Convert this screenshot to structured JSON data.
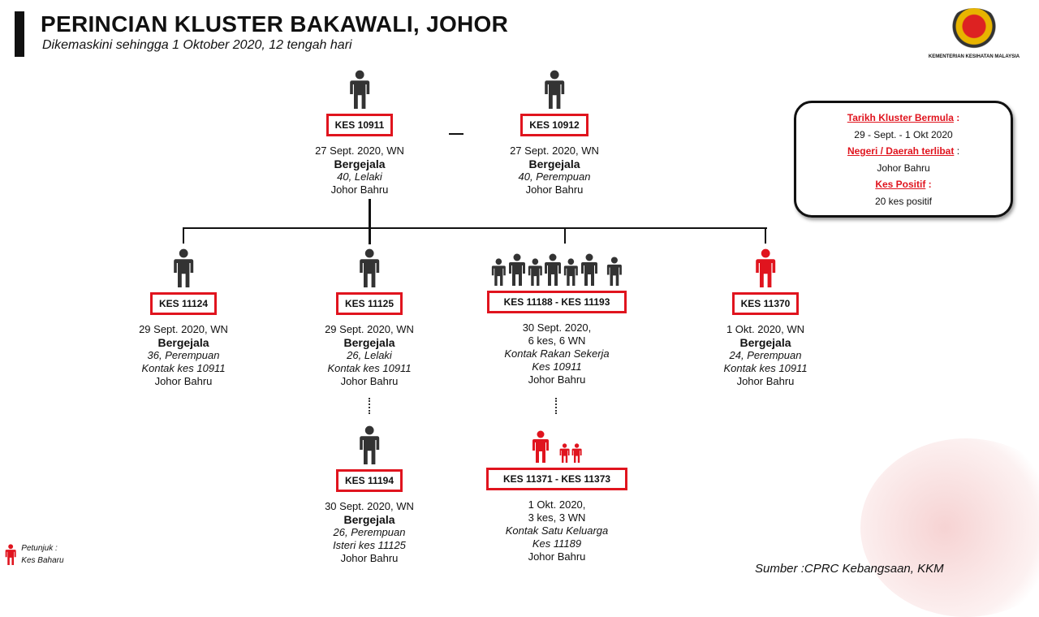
{
  "header": {
    "title": "PERINCIAN KLUSTER BAKAWALI, JOHOR",
    "subtitle": "Dikemaskini sehingga 1 Oktober 2020, 12 tengah hari"
  },
  "logo": {
    "text": "KEMENTERIAN KESIHATAN MALAYSIA"
  },
  "colors": {
    "accent": "#e0141e",
    "new_case": "#e0141e",
    "existing_case": "#333333"
  },
  "nodes": [
    {
      "id": "n10911",
      "kes": "KES 10911",
      "lines": [
        "27 Sept. 2020, WN",
        "Bergejala",
        "40, Lelaki",
        "Johor Bahru"
      ],
      "icon": "person-icon",
      "new": false,
      "count": 1
    },
    {
      "id": "n10912",
      "kes": "KES 10912",
      "lines": [
        "27 Sept. 2020, WN",
        "Bergejala",
        "40, Perempuan",
        "Johor Bahru"
      ],
      "icon": "person-icon",
      "new": false,
      "count": 1
    },
    {
      "id": "n11124",
      "kes": "KES 11124",
      "lines": [
        "29 Sept. 2020, WN",
        "Bergejala",
        "36, Perempuan",
        "Kontak kes 10911",
        "Johor Bahru"
      ],
      "icon": "person-icon",
      "new": false,
      "count": 1
    },
    {
      "id": "n11125",
      "kes": "KES 11125",
      "lines": [
        "29 Sept. 2020, WN",
        "Bergejala",
        "26, Lelaki",
        "Kontak kes 10911",
        "Johor Bahru"
      ],
      "icon": "person-icon",
      "new": false,
      "count": 1
    },
    {
      "id": "n11188",
      "kes": "KES 11188 - KES 11193",
      "lines": [
        "30 Sept. 2020,",
        "6 kes, 6 WN",
        "Kontak Rakan Sekerja",
        "Kes 10911",
        "Johor Bahru"
      ],
      "icon": "group-icon",
      "new": false,
      "count": 6
    },
    {
      "id": "n11370",
      "kes": "KES 11370",
      "lines": [
        "1 Okt. 2020, WN",
        "Bergejala",
        "24, Perempuan",
        "Kontak kes 10911",
        "Johor Bahru"
      ],
      "icon": "person-icon",
      "new": true,
      "count": 1
    },
    {
      "id": "n11194",
      "kes": "KES 11194",
      "lines": [
        "30 Sept. 2020, WN",
        "Bergejala",
        "26, Perempuan",
        "Isteri kes 11125",
        "Johor Bahru"
      ],
      "icon": "person-icon",
      "new": false,
      "count": 1
    },
    {
      "id": "n11371",
      "kes": "KES 11371 - KES 11373",
      "lines": [
        "1 Okt. 2020,",
        "3 kes, 3 WN",
        "Kontak Satu Keluarga",
        "Kes 11189",
        "Johor Bahru"
      ],
      "icon": "family-icon",
      "new": true,
      "count": 3
    }
  ],
  "info": {
    "h1": "Tarikh Kluster Bermula",
    "v1": "29 - Sept. - 1 Okt 2020",
    "h2": "Negeri / Daerah terlibat",
    "v2": "Johor Bahru",
    "h3": "Kes Positif",
    "v3": "20 kes positif",
    "colon": ":"
  },
  "legend": {
    "title": "Petunjuk :",
    "label": "Kes Baharu"
  },
  "source": "Sumber :CPRC Kebangsaan,  KKM"
}
